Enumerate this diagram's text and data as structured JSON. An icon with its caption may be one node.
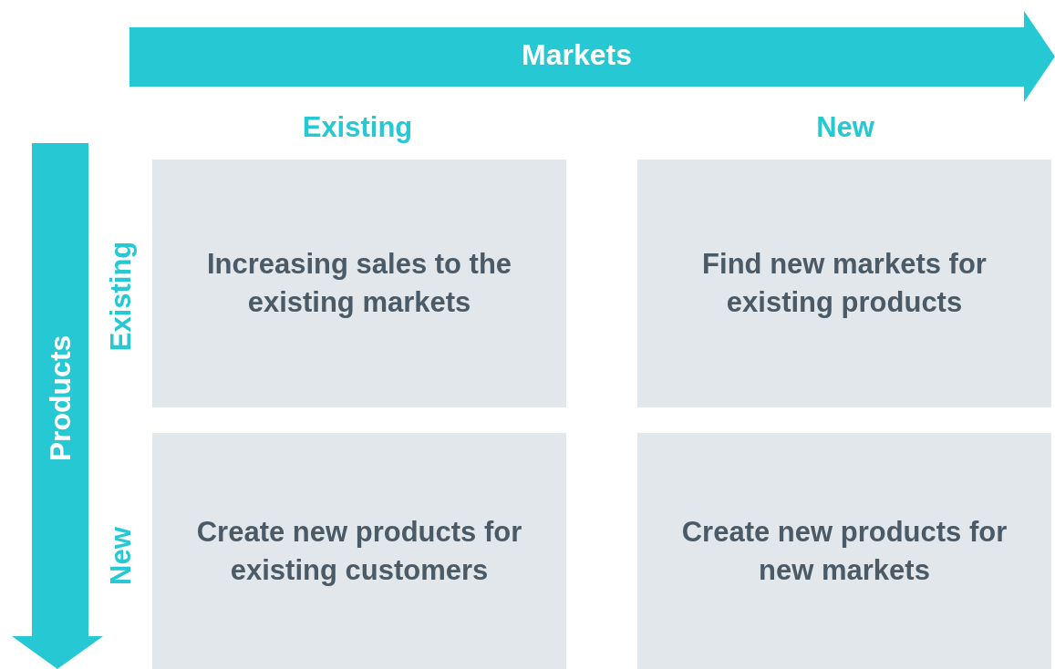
{
  "diagram": {
    "nodes": [
      {
        "text": [
          "Markets"
        ]
      },
      {
        "text": [
          "Products"
        ]
      },
      {
        "text": [
          "Increasing sales to the existing markets"
        ]
      },
      {
        "text": [
          "Find new markets for existing products"
        ]
      },
      {
        "text": [
          "Create new products for existing customers"
        ]
      },
      {
        "text": [
          "Create new products for new markets"
        ]
      }
    ],
    "edges": [],
    "labels": [
      "Existing",
      "New",
      "Existing",
      "New"
    ]
  }
}
